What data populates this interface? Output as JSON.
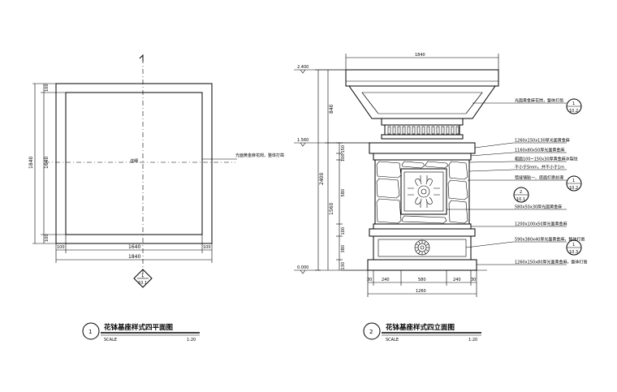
{
  "plan": {
    "dims": {
      "left_total": "1840",
      "left_top": "100",
      "left_mid": "1640",
      "left_bot": "100",
      "bottom_left": "100",
      "bottom_mid": "1640",
      "bottom_right": "100",
      "bottom_total": "1840"
    },
    "center_label": "详细",
    "leader_label": "光面黄金麻花岗，整体打凿",
    "section_marker": {
      "top": "1",
      "bottom": "10.1"
    },
    "title_block": {
      "number": "1",
      "title": "花钵基座样式四平面图",
      "scale_label": "SCALE",
      "scale_value": "1:20"
    }
  },
  "elevation": {
    "levels": {
      "top": "2.400",
      "mid": "1.560",
      "base": "0.000"
    },
    "top_width": "1840",
    "left_dims": {
      "total": "2400",
      "upper": "840",
      "lower": "1560"
    },
    "inner_dims": [
      "150",
      "100",
      "580",
      "100",
      "380",
      "130"
    ],
    "bottom_dims": {
      "a": "30",
      "b": "240",
      "c": "580",
      "d": "240",
      "e": "30",
      "total": "1260"
    },
    "annotations": [
      "光面黄金麻花岗，整体打凿",
      "1260x150x130厚光面黄金麻",
      "1160x80x50厚光面黄金麻",
      "粗面100~150x30厚黄金麻冰裂纹",
      "不小于5mm，并不小于1m",
      "错缝铺贴一、底面打磨处理",
      "580x50x30厚光面黄金麻",
      "1200x100x50厚光面黄金麻",
      "590x380x40厚光面黄金麻，整体打凿",
      "1260x150x80厚光面黄金麻，整体打凿"
    ],
    "callouts": [
      {
        "top": "1",
        "bottom": "10.2"
      },
      {
        "top": "2",
        "bottom": "10.1"
      },
      {
        "top": "1",
        "bottom": "10.2"
      },
      {
        "top": "1",
        "bottom": "10.3"
      }
    ],
    "title_block": {
      "number": "2",
      "title": "花钵基座样式四立面图",
      "scale_label": "SCALE",
      "scale_value": "1:20"
    }
  }
}
